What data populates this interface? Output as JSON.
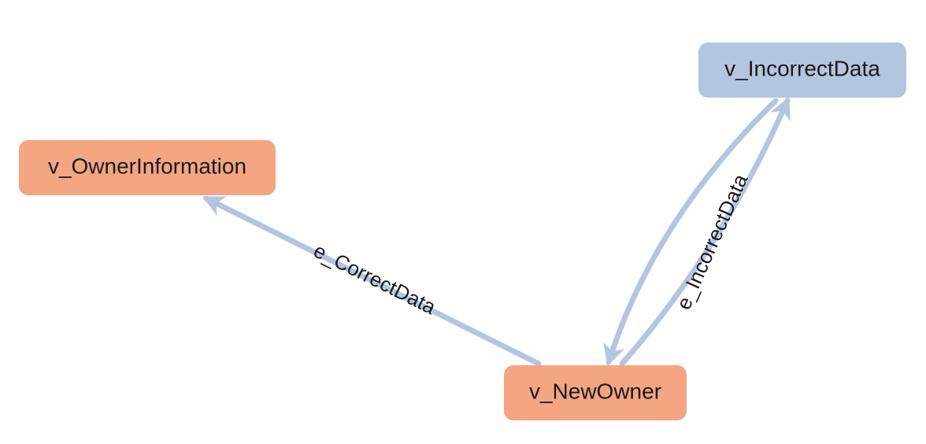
{
  "colors": {
    "orange_node": "#f4a582",
    "blue_node": "#b4c5e0",
    "edge": "#b4c5e0"
  },
  "nodes": {
    "owner_information": {
      "label": "v_OwnerInformation"
    },
    "new_owner": {
      "label": "v_NewOwner"
    },
    "incorrect_data": {
      "label": "v_IncorrectData"
    }
  },
  "edges": {
    "correct_data": {
      "label": "e_CorrectData"
    },
    "incorrect_data": {
      "label": "e_IncorrectData"
    }
  }
}
